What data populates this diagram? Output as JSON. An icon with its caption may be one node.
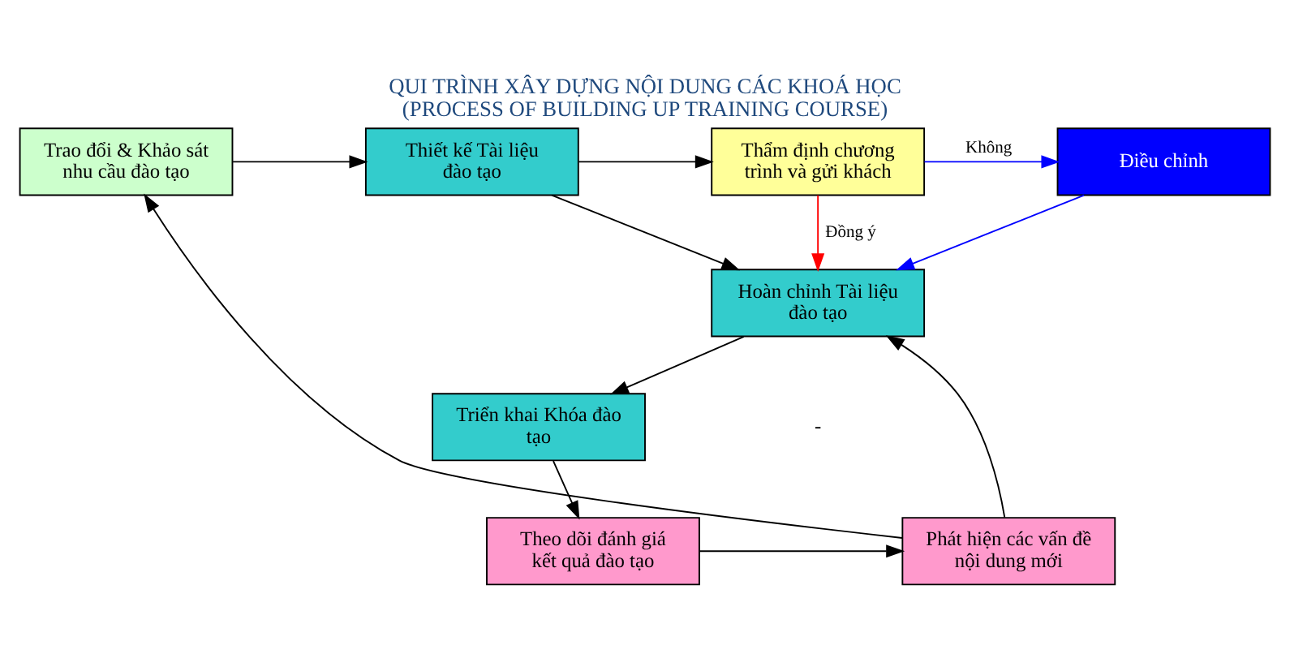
{
  "diagram": {
    "title": "QUI TRÌNH XÂY DỰNG NỘI DUNG CÁC KHOÁ HỌC",
    "caption": "(PROCESS OF BUILDING UP TRAINING COURSE)",
    "nodes": [
      {
        "text": [
          "Trao đổi & Khảo sát nhu cầu đào tạo"
        ]
      },
      {
        "text": [
          "Thiết kế Tài liệu đào tạo"
        ]
      },
      {
        "text": [
          "Thẩm định chương trình và gửi khách"
        ]
      },
      {
        "text": [
          "Điều chỉnh"
        ]
      },
      {
        "text": [
          "Hoàn chỉnh Tài liệu đào tạo"
        ]
      },
      {
        "text": [
          "Triển khai Khóa đào tạo"
        ]
      },
      {
        "text": [
          "Theo dõi đánh giá kết quả đào tạo"
        ]
      },
      {
        "text": [
          "Phát hiện các vấn đề nội dung mới"
        ]
      }
    ],
    "edges": [
      {
        "from": 0,
        "to": 1,
        "arrow": "to"
      },
      {
        "from": 1,
        "to": 2,
        "arrow": "to"
      },
      {
        "from": 2,
        "to": 3,
        "arrow": "to",
        "label": "Không",
        "color": "#0000ff"
      },
      {
        "from": 1,
        "to": 4,
        "arrow": "to"
      },
      {
        "from": 2,
        "to": 4,
        "arrow": "to",
        "label": "Đồng ý",
        "color": "#ff0000"
      },
      {
        "from": 3,
        "to": 4,
        "arrow": "to",
        "color": "#0000ff"
      },
      {
        "from": 4,
        "to": 5,
        "arrow": "to"
      },
      {
        "from": 5,
        "to": 6,
        "arrow": "to"
      },
      {
        "from": 6,
        "to": 7,
        "arrow": "to"
      },
      {
        "from": 7,
        "to": 0,
        "arrow": "to"
      },
      {
        "from": 7,
        "to": 4,
        "arrow": "to"
      }
    ],
    "labels": [
      "-"
    ]
  }
}
